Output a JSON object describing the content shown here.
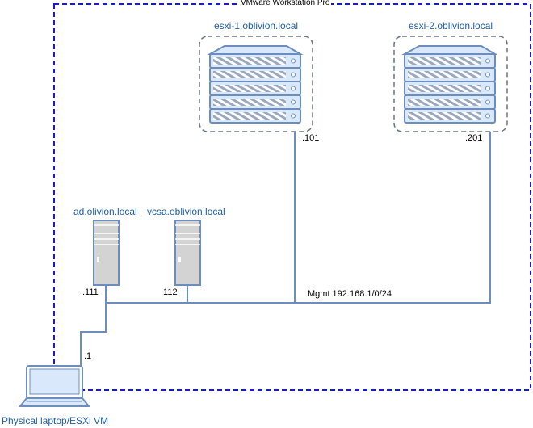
{
  "diagram": {
    "container_label": "VMware Workstation Pro",
    "network_label": "Mgmt 192.168.1/0/24",
    "nodes": {
      "esxi1": {
        "name": "esxi-1.oblivion.local",
        "ip": ".101"
      },
      "esxi2": {
        "name": "esxi-2.oblivion.local",
        "ip": ".201"
      },
      "ad": {
        "name": "ad.olivion.local",
        "ip": ".111"
      },
      "vcsa": {
        "name": "vcsa.oblivion.local",
        "ip": ".112"
      },
      "laptop": {
        "name": "Physical laptop/ESXi VM",
        "ip": ".1"
      }
    }
  },
  "colors": {
    "container_border": "#1a1acc",
    "line": "#6c8ebf",
    "device_fill": "#dae8fc",
    "device_stroke": "#6c8ebf",
    "tower_fill": "#d3d3d3",
    "label_blue": "#1f5fa8"
  },
  "icons": [
    "server-rack-icon",
    "tower-server-icon",
    "laptop-icon"
  ]
}
